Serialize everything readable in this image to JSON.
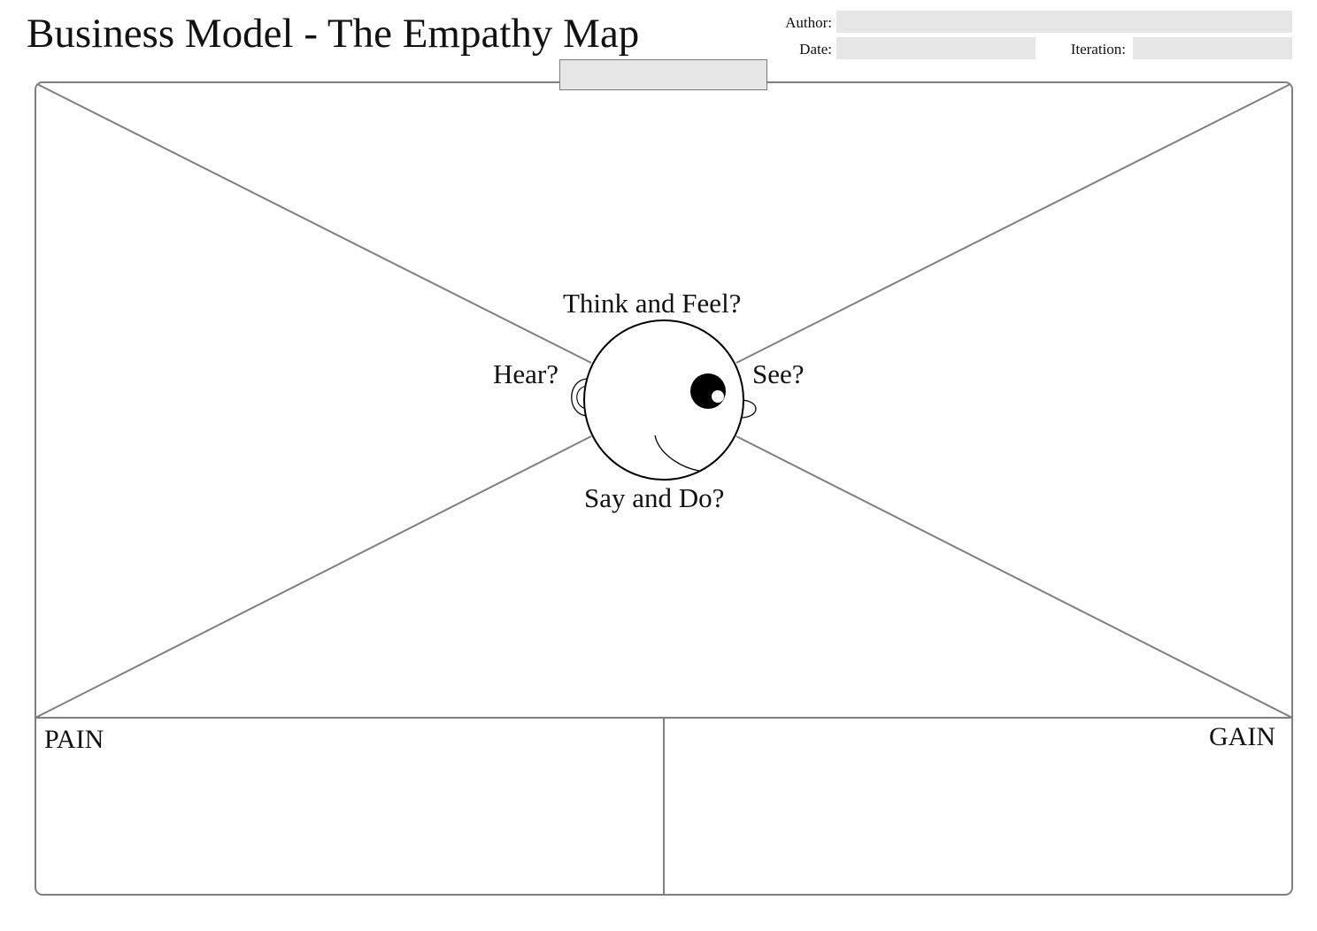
{
  "header": {
    "title": "Business Model - The Empathy Map",
    "author_label": "Author:",
    "date_label": "Date:",
    "iteration_label": "Iteration:",
    "author_value": "",
    "date_value": "",
    "iteration_value": "",
    "canvas_name_value": ""
  },
  "map": {
    "think_feel": "Think and Feel?",
    "hear": "Hear?",
    "see": "See?",
    "say_do": "Say and Do?",
    "pain": "PAIN",
    "gain": "GAIN"
  },
  "colors": {
    "line": "#7f7f7f",
    "field_fill": "#e6e6e6",
    "ink": "#000000"
  }
}
